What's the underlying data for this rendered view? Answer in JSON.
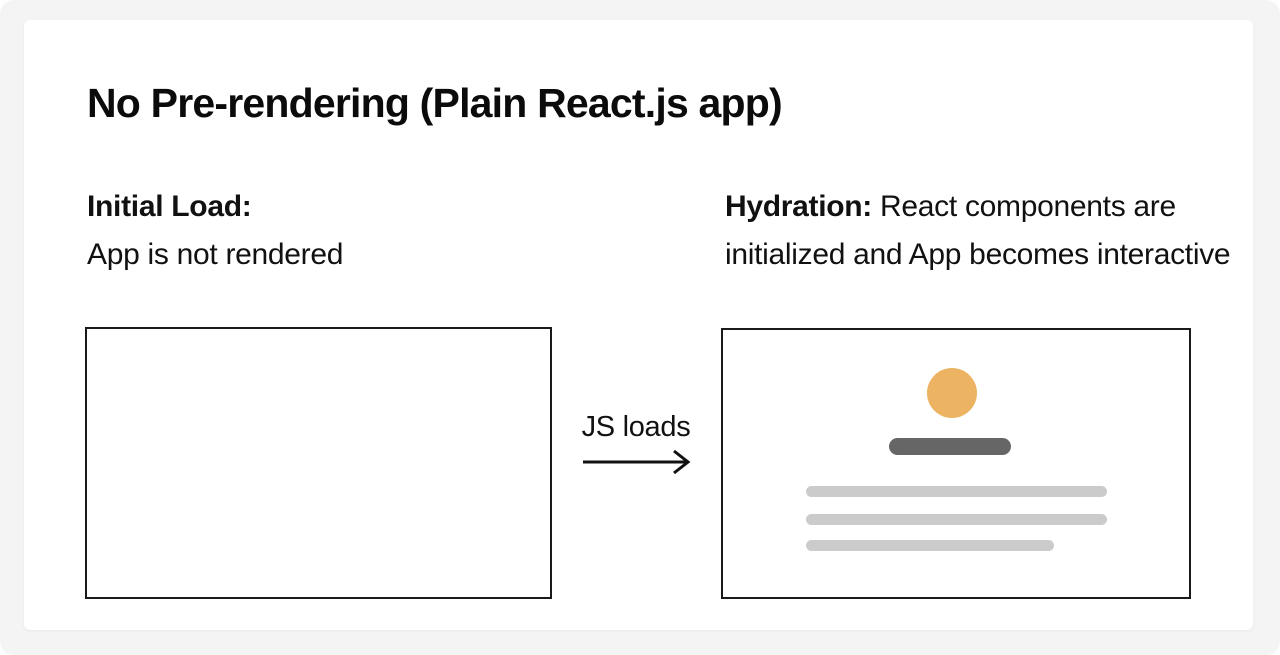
{
  "title": "No Pre-rendering (Plain React.js app)",
  "left_column": {
    "label_bold": "Initial Load:",
    "description": "App is not rendered"
  },
  "right_column": {
    "label_bold": "Hydration:",
    "line1_rest": " React components are",
    "line2": "initialized and App becomes interactive"
  },
  "transition": {
    "label": "JS loads",
    "arrow_icon": "arrow-right"
  },
  "placeholders": {
    "avatar_circle_color": "#ecb462",
    "heading_bar_color": "#666666",
    "text_bar_color": "#cbcbcb"
  },
  "colors": {
    "page_background": "#f4f4f4",
    "card_background": "#ffffff",
    "box_border": "#1a1a1a",
    "text": "#111111"
  }
}
